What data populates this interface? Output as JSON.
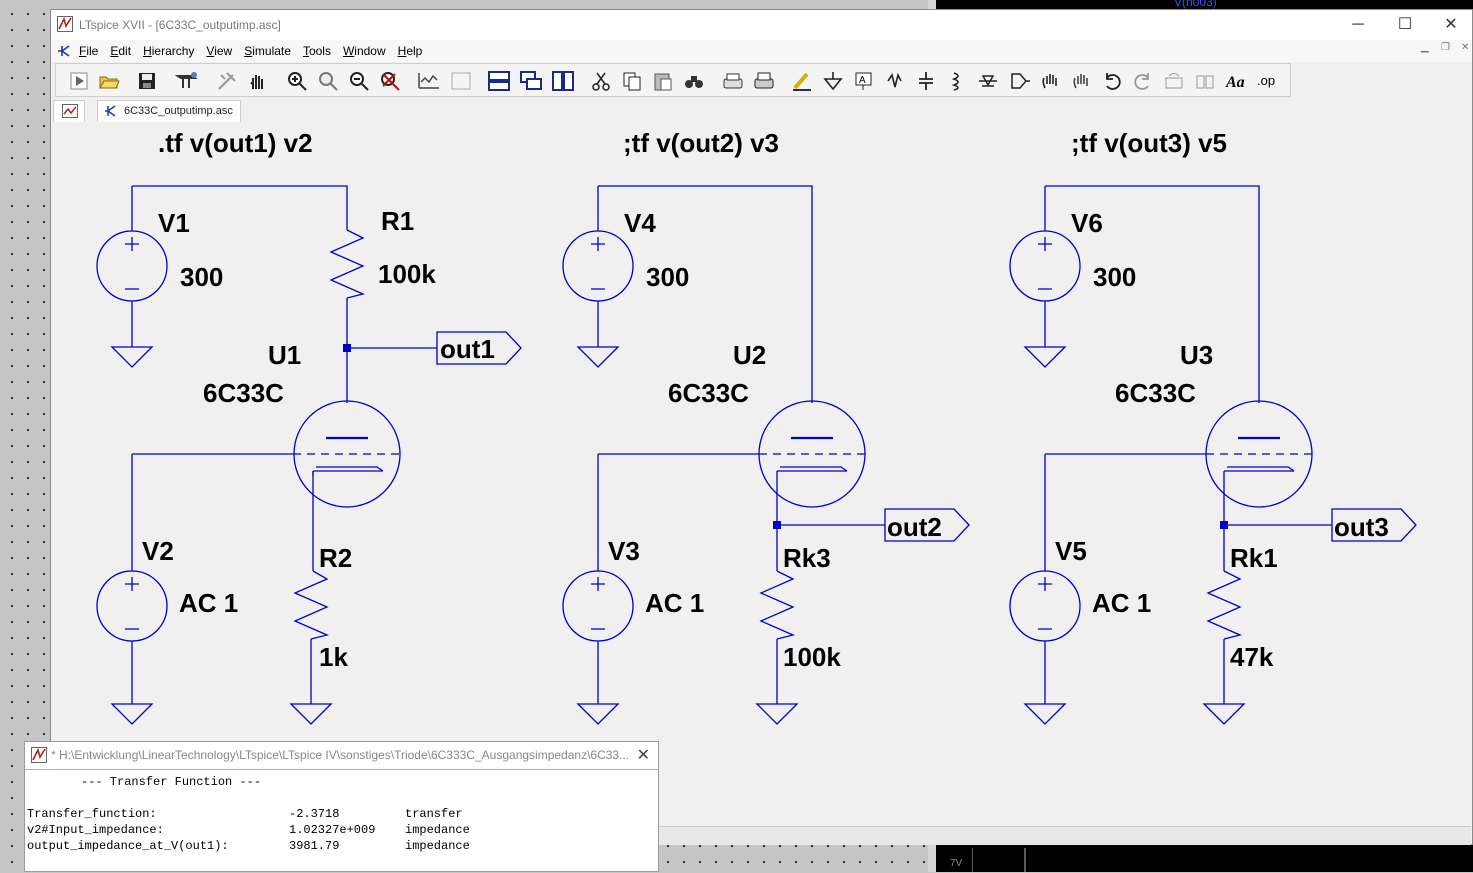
{
  "window": {
    "app_title": "LTspice XVII - [6C33C_outputimp.asc]",
    "controls": {
      "minimize": "─",
      "maximize": "☐",
      "close": "✕"
    }
  },
  "background_window": {
    "plot_label": "V(n003)",
    "axis_label": "7V"
  },
  "menu": [
    "File",
    "Edit",
    "Hierarchy",
    "View",
    "Simulate",
    "Tools",
    "Window",
    "Help"
  ],
  "toolbar_icons": [
    "run-icon",
    "open-icon",
    "save-icon",
    "control-panel-icon",
    "halt-icon",
    "pan-icon",
    "zoom-in-icon",
    "zoom-area-icon",
    "zoom-out-icon",
    "zoom-fit-icon",
    "autorange-icon",
    "plot-settings-icon",
    "tile-horizontal-icon",
    "cascade-icon",
    "tile-vertical-icon",
    "cut-icon",
    "copy-icon",
    "paste-icon",
    "find-icon",
    "print-setup-icon",
    "print-icon",
    "draw-wire-icon",
    "ground-icon",
    "label-net-icon",
    "resistor-icon",
    "capacitor-icon",
    "inductor-icon",
    "diode-icon",
    "component-icon",
    "move-icon",
    "drag-icon",
    "undo-icon",
    "redo-icon",
    "rotate-icon",
    "mirror-icon",
    "text-icon",
    "spice-directive-icon"
  ],
  "tabs": [
    {
      "label": ""
    },
    {
      "label": "6C33C_outputimp.asc"
    }
  ],
  "schematic": {
    "colors": {
      "wire": "#0000cc",
      "text": "#000000",
      "grid": "#1c1c3a"
    },
    "directives": [
      ".tf v(out1) v2",
      ";tf v(out2) v3",
      ";tf v(out3) v5"
    ],
    "circuits": [
      {
        "supply_name": "V1",
        "supply_value": "300",
        "tube_name": "U1",
        "tube_value": "6C33C",
        "input_name": "V2",
        "input_value": "AC 1",
        "res_name": "R1",
        "res_value": "100k",
        "res2_name": "R2",
        "res2_value": "1k",
        "out_label": "out1"
      },
      {
        "supply_name": "V4",
        "supply_value": "300",
        "tube_name": "U2",
        "tube_value": "6C33C",
        "input_name": "V3",
        "input_value": "AC 1",
        "res_name": "Rk3",
        "res_value": "100k",
        "out_label": "out2"
      },
      {
        "supply_name": "V6",
        "supply_value": "300",
        "tube_name": "U3",
        "tube_value": "6C33C",
        "input_name": "V5",
        "input_value": "AC 1",
        "res_name": "Rk1",
        "res_value": "47k",
        "out_label": "out3"
      }
    ]
  },
  "output_window": {
    "title": "* H:\\Entwicklung\\LinearTechnology\\LTspice\\LTspice IV\\sonstiges\\Triode\\6C333C_Ausgangsimpedanz\\6C33...",
    "close": "✕",
    "header": "--- Transfer Function ---",
    "rows": [
      {
        "name": "Transfer_function:",
        "value": "-2.3718",
        "unit": "transfer"
      },
      {
        "name": "v2#Input_impedance:",
        "value": "1.02327e+009",
        "unit": "impedance"
      },
      {
        "name": "output_impedance_at_V(out1):",
        "value": "3981.79",
        "unit": "impedance"
      }
    ]
  }
}
